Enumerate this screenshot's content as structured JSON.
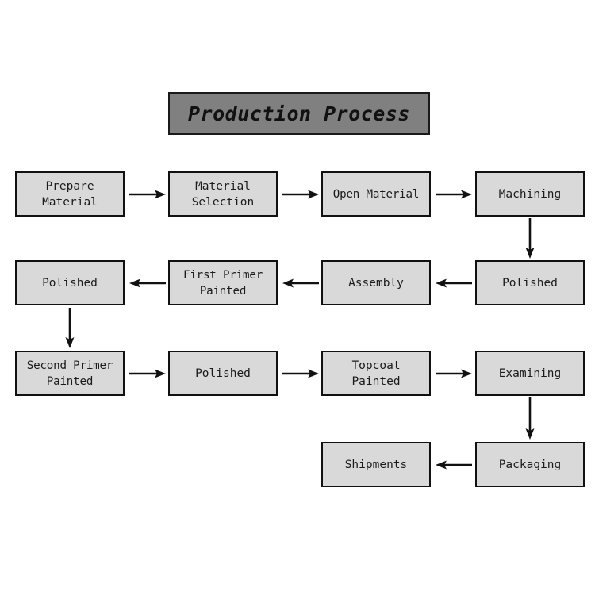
{
  "diagram": {
    "title": "Production Process",
    "type": "flowchart",
    "colors": {
      "title_fill": "#808080",
      "node_fill": "#d9d9d9",
      "border": "#111111",
      "text": "#1b1b1b",
      "background": "#ffffff"
    },
    "nodes": [
      {
        "id": "n1",
        "label": "Prepare\nMaterial",
        "row": 1,
        "col": 1
      },
      {
        "id": "n2",
        "label": "Material\nSelection",
        "row": 1,
        "col": 2
      },
      {
        "id": "n3",
        "label": "Open Material",
        "row": 1,
        "col": 3
      },
      {
        "id": "n4",
        "label": "Machining",
        "row": 1,
        "col": 4
      },
      {
        "id": "n5",
        "label": "Polished",
        "row": 2,
        "col": 4
      },
      {
        "id": "n6",
        "label": "Assembly",
        "row": 2,
        "col": 3
      },
      {
        "id": "n7",
        "label": "First Primer\nPainted",
        "row": 2,
        "col": 2
      },
      {
        "id": "n8",
        "label": "Polished",
        "row": 2,
        "col": 1
      },
      {
        "id": "n9",
        "label": "Second Primer\nPainted",
        "row": 3,
        "col": 1
      },
      {
        "id": "n10",
        "label": "Polished",
        "row": 3,
        "col": 2
      },
      {
        "id": "n11",
        "label": "Topcoat\nPainted",
        "row": 3,
        "col": 3
      },
      {
        "id": "n12",
        "label": "Examining",
        "row": 3,
        "col": 4
      },
      {
        "id": "n13",
        "label": "Packaging",
        "row": 4,
        "col": 4
      },
      {
        "id": "n14",
        "label": "Shipments",
        "row": 4,
        "col": 3
      }
    ],
    "connectors": [
      {
        "from": "n1",
        "to": "n2",
        "direction": "right"
      },
      {
        "from": "n2",
        "to": "n3",
        "direction": "right"
      },
      {
        "from": "n3",
        "to": "n4",
        "direction": "right"
      },
      {
        "from": "n4",
        "to": "n5",
        "direction": "down"
      },
      {
        "from": "n5",
        "to": "n6",
        "direction": "left"
      },
      {
        "from": "n6",
        "to": "n7",
        "direction": "left"
      },
      {
        "from": "n7",
        "to": "n8",
        "direction": "left"
      },
      {
        "from": "n8",
        "to": "n9",
        "direction": "down"
      },
      {
        "from": "n9",
        "to": "n10",
        "direction": "right"
      },
      {
        "from": "n10",
        "to": "n11",
        "direction": "right"
      },
      {
        "from": "n11",
        "to": "n12",
        "direction": "right"
      },
      {
        "from": "n12",
        "to": "n13",
        "direction": "down"
      },
      {
        "from": "n13",
        "to": "n14",
        "direction": "left"
      }
    ]
  }
}
